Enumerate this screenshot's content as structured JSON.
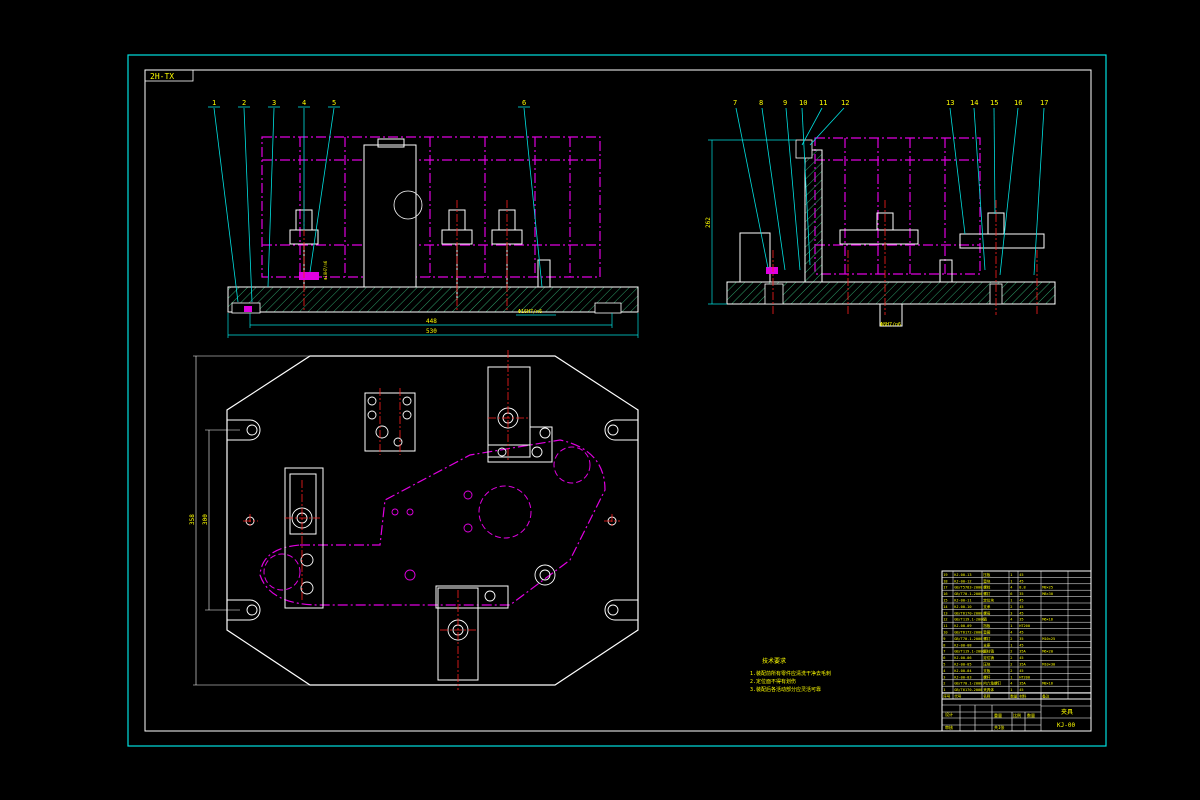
{
  "drawing": {
    "title_tag": "2H-TX",
    "part_code": "KJ-00",
    "title_block_name": "夹具"
  },
  "colors": {
    "background": "#000000",
    "border": "#00e0e0",
    "outline": "#ffffff",
    "phantom": "#e000e0",
    "leader": "#00e0e0",
    "centerline": "#ff2020",
    "hatch": "#2fa06a",
    "text": "#ffff00",
    "dimension": "#00e0e0"
  },
  "front_view": {
    "balloons": [
      "1",
      "2",
      "3",
      "4",
      "5",
      "6"
    ],
    "dim_inner": "448",
    "dim_overall": "530",
    "fit_note": "Φ16H7/n6",
    "side_note": "Φ10H7/n6"
  },
  "side_view": {
    "balloons": [
      "7",
      "8",
      "9",
      "10",
      "11",
      "12",
      "13",
      "14",
      "15",
      "16",
      "17"
    ],
    "dim_height": "262",
    "fit_note": "Φ8H7/n6"
  },
  "top_view": {
    "dim_outer": "358",
    "dim_inner": "300"
  },
  "tech_notes": {
    "heading": "技术要求",
    "lines": [
      "1.装配前所有零件应清洗干净去毛刺",
      "2.定位面不得有划伤",
      "3.装配后各活动部分应灵活可靠"
    ]
  },
  "bom": {
    "rows": [
      [
        "19",
        "KJ-00-13",
        "压板",
        "1",
        "45",
        ""
      ],
      [
        "18",
        "KJ-00-12",
        "垫块",
        "1",
        "45",
        ""
      ],
      [
        "17",
        "GB/T5783-2000",
        "螺栓",
        "4",
        "8.8",
        "M8×25"
      ],
      [
        "16",
        "GB/T70.1-2000",
        "螺钉",
        "6",
        "35",
        "M8×30"
      ],
      [
        "15",
        "KJ-00-11",
        "定位块",
        "1",
        "45",
        ""
      ],
      [
        "14",
        "KJ-00-10",
        "支承",
        "2",
        "45",
        ""
      ],
      [
        "13",
        "GB/T6170-2000",
        "螺母",
        "3",
        "45",
        ""
      ],
      [
        "12",
        "GB/T119.1-2000",
        "销",
        "4",
        "35",
        "M6×16"
      ],
      [
        "11",
        "KJ-00-09",
        "挡板",
        "1",
        "HT200",
        ""
      ],
      [
        "10",
        "GB/T6172-2000",
        "垫圈",
        "4",
        "45",
        ""
      ],
      [
        "9",
        "GB/T70.1-2000",
        "螺钉",
        "2",
        "35",
        "M10×25"
      ],
      [
        "8",
        "KJ-00-08",
        "支座",
        "1",
        "45",
        ""
      ],
      [
        "7",
        "GB/T119.1-2000",
        "圆柱销",
        "2",
        "35A",
        "M6×20"
      ],
      [
        "6",
        "KJ-00-06",
        "定位销",
        "2",
        "45",
        ""
      ],
      [
        "5",
        "KJ-00-05",
        "压块",
        "2",
        "35A",
        "M10×30"
      ],
      [
        "4",
        "KJ-00-04",
        "支板",
        "2",
        "45",
        ""
      ],
      [
        "3",
        "KJ-00-03",
        "螺杆",
        "1",
        "HT200",
        ""
      ],
      [
        "2",
        "GB/T70.1-2000",
        "内六角螺钉",
        "4",
        "35A",
        "M8×16"
      ],
      [
        "1",
        "GB/T6170-2000",
        "夹具体",
        "1",
        "45",
        ""
      ]
    ],
    "header": [
      "序号",
      "代号",
      "名称",
      "数量",
      "材料",
      "备注"
    ]
  },
  "title_block": {
    "designer_label": "设计",
    "checker_label": "审核",
    "scale_label": "比例",
    "sheet_label": "共1张",
    "weight_label": "重量",
    "qty_label": "数量"
  }
}
